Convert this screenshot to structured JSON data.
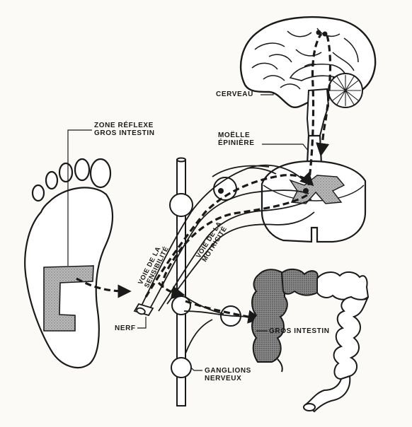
{
  "labels": {
    "zone_reflexe_line1": "ZONE RÉFLEXE",
    "zone_reflexe_line2": "GROS INTESTIN",
    "cerveau": "CERVEAU",
    "moelle_line1": "MOËLLE",
    "moelle_line2": "ÉPINIÈRE",
    "voie_sensibilite_line1": "VOIE DE LA",
    "voie_sensibilite_line2": "SENSIBILITÉ",
    "voie_motricite_line1": "VOIE DE LA",
    "voie_motricite_line2": "MOTRICITÉ",
    "nerf": "NERF",
    "gros_intestin": "GROS INTESTIN",
    "ganglions_line1": "GANGLIONS",
    "ganglions_line2": "NERVEUX"
  },
  "colors": {
    "ink": "#1a1a1a",
    "shade_dark": "#8c8c8c",
    "shade_light": "#cfcfcf",
    "paper": "#fbfaf6"
  }
}
